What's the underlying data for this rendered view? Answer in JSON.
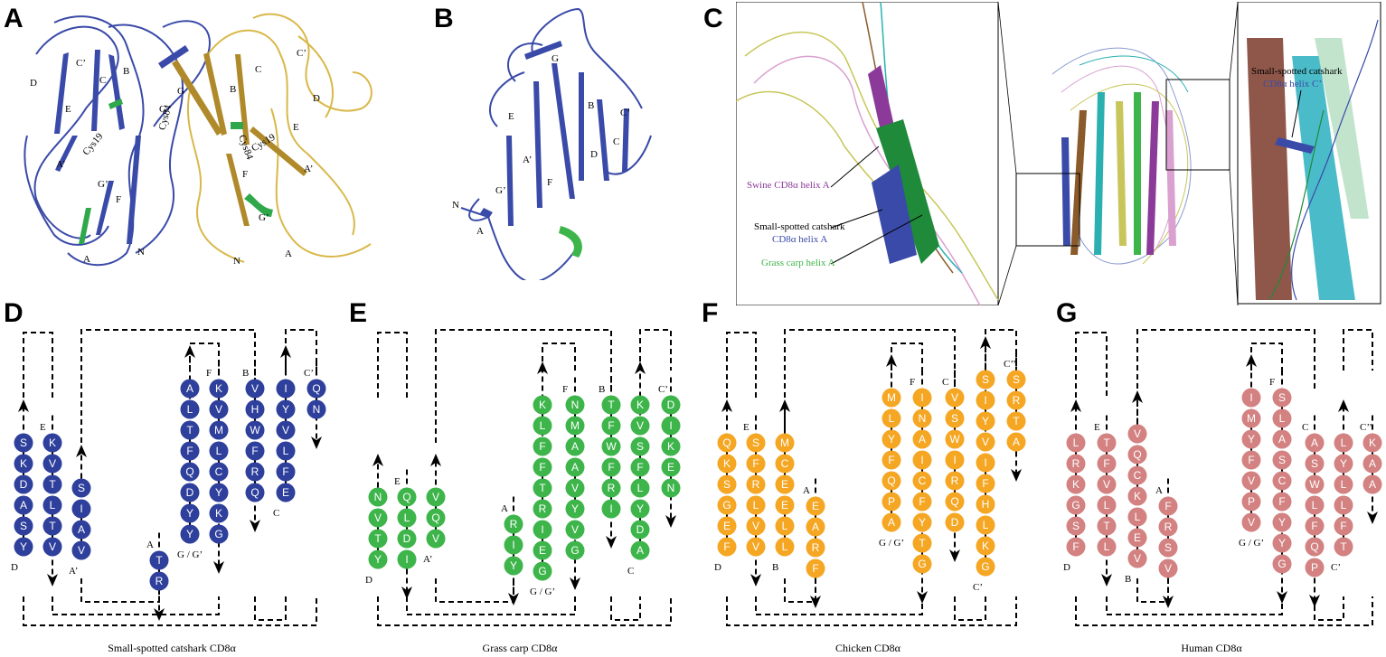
{
  "panels": {
    "A": {
      "letter": "A",
      "labels": {
        "c_prime_1": "C’",
        "c_1": "C",
        "b_1": "B",
        "d_1": "D",
        "e_1": "E",
        "g_1": "G",
        "cys84_1": "Cys84",
        "cys19_1": "Cys19",
        "a_prime_1": "A’",
        "g_prime_1": "G’",
        "f_1": "F",
        "a_1": "A",
        "n_1": "N",
        "c_prime_2": "C’",
        "c_2": "C",
        "b_2": "B",
        "g_2": "G",
        "d_2": "D",
        "e_2": "E",
        "cys84_2": "Cys84",
        "cys19_2": "Cys19",
        "f_2": "F",
        "a_prime_2": "A’",
        "g_prime_2": "G’",
        "n_2": "N",
        "a_2": "A"
      }
    },
    "B": {
      "letter": "B",
      "labels": {
        "g": "G",
        "e": "E",
        "b": "B",
        "c_prime": "C’",
        "c": "C",
        "a_prime": "A’",
        "d": "D",
        "f": "F",
        "g_prime": "G’",
        "n": "N",
        "a": "A"
      }
    },
    "C": {
      "letter": "C",
      "labels": {
        "swine": "Swine CD8α helix A",
        "shark_1": "Small-spotted catshark",
        "shark_helix_a": "CD8α  helix A",
        "grass_carp": "Grass carp helix A",
        "shark_2": "Small-spotted catshark",
        "shark_helix_c": "CD8α  helix C’"
      }
    },
    "D": {
      "letter": "D",
      "caption": "Small-spotted catshark CD8α",
      "strands": [
        {
          "label": "D",
          "residues": [
            "S",
            "K",
            "D",
            "A",
            "S",
            "Y"
          ]
        },
        {
          "label": "E",
          "residues": [
            "K",
            "V",
            "T",
            "L",
            "T",
            "V"
          ]
        },
        {
          "label": "A’",
          "residues": [
            "S",
            "I",
            "A",
            "V"
          ]
        },
        {
          "label": "A",
          "residues": [
            "T",
            "R"
          ]
        },
        {
          "label": "G / G’",
          "residues": [
            "A",
            "L",
            "T",
            "F",
            "Q",
            "D",
            "Y",
            "Y"
          ]
        },
        {
          "label": "F",
          "residues": [
            "K",
            "V",
            "M",
            "L",
            "C",
            "Y",
            "K",
            "G"
          ]
        },
        {
          "label": "B",
          "residues": [
            "V",
            "H",
            "W",
            "F",
            "R",
            "Q"
          ]
        },
        {
          "label": "C",
          "residues": [
            "I",
            "Y",
            "V",
            "L",
            "F",
            "E"
          ]
        },
        {
          "label": "C’",
          "residues": [
            "Q",
            "N"
          ]
        }
      ]
    },
    "E": {
      "letter": "E",
      "caption": "Grass carp CD8α",
      "strands": [
        {
          "label": "D",
          "residues": [
            "N",
            "V",
            "T",
            "Y"
          ]
        },
        {
          "label": "E",
          "residues": [
            "Q",
            "L",
            "D",
            "I"
          ]
        },
        {
          "label": "A’",
          "residues": [
            "V",
            "Q",
            "V"
          ]
        },
        {
          "label": "A",
          "residues": [
            "R",
            "I",
            "Y"
          ]
        },
        {
          "label": "G / G’",
          "residues": [
            "K",
            "L",
            "F",
            "F",
            "T",
            "R",
            "I",
            "E",
            "G"
          ]
        },
        {
          "label": "F",
          "residues": [
            "N",
            "M",
            "A",
            "A",
            "V",
            "Y",
            "V",
            "G"
          ]
        },
        {
          "label": "B",
          "residues": [
            "T",
            "F",
            "W",
            "F",
            "R",
            "I"
          ]
        },
        {
          "label": "C",
          "residues": [
            "K",
            "V",
            "S",
            "F",
            "L",
            "Y",
            "D",
            "A"
          ]
        },
        {
          "label": "C’",
          "residues": [
            "D",
            "I",
            "K",
            "E",
            "N"
          ]
        }
      ]
    },
    "F": {
      "letter": "F",
      "caption": "Chicken CD8α",
      "strands": [
        {
          "label": "D",
          "residues": [
            "Q",
            "K",
            "S",
            "G",
            "E",
            "F"
          ]
        },
        {
          "label": "E",
          "residues": [
            "S",
            "F",
            "R",
            "L",
            "V",
            "V"
          ]
        },
        {
          "label": "B",
          "residues": [
            "M",
            "C",
            "E",
            "E",
            "L",
            "L"
          ]
        },
        {
          "label": "A",
          "residues": [
            "E",
            "A",
            "R",
            "F"
          ]
        },
        {
          "label": "G / G’",
          "residues": [
            "M",
            "L",
            "Y",
            "F",
            "Q",
            "P",
            "A"
          ]
        },
        {
          "label": "F",
          "residues": [
            "I",
            "N",
            "A",
            "I",
            "C",
            "F",
            "Y",
            "T",
            "G"
          ]
        },
        {
          "label": "C",
          "residues": [
            "V",
            "S",
            "W",
            "I",
            "R",
            "Q",
            "D"
          ]
        },
        {
          "label": "C’",
          "residues": [
            "S",
            "I",
            "Y",
            "V",
            "I",
            "F",
            "H",
            "L",
            "K",
            "G"
          ]
        },
        {
          "label": "C’’",
          "residues": [
            "S",
            "R",
            "T",
            "A"
          ]
        }
      ]
    },
    "G": {
      "letter": "G",
      "caption": "Human CD8α",
      "strands": [
        {
          "label": "D",
          "residues": [
            "L",
            "R",
            "K",
            "G",
            "S",
            "F"
          ]
        },
        {
          "label": "E",
          "residues": [
            "T",
            "F",
            "V",
            "L",
            "T",
            "L"
          ]
        },
        {
          "label": "B",
          "residues": [
            "V",
            "Q",
            "C",
            "K",
            "L",
            "E",
            "V"
          ]
        },
        {
          "label": "A",
          "residues": [
            "F",
            "R",
            "S",
            "V"
          ]
        },
        {
          "label": "G / G’",
          "residues": [
            "I",
            "M",
            "Y",
            "F",
            "V",
            "P",
            "V"
          ]
        },
        {
          "label": "F",
          "residues": [
            "S",
            "L",
            "A",
            "S",
            "C",
            "F",
            "Y",
            "Y",
            "G"
          ]
        },
        {
          "label": "C",
          "residues": [
            "A",
            "S",
            "W",
            "L",
            "F",
            "Q",
            "P"
          ]
        },
        {
          "label": "C’",
          "residues": [
            "L",
            "Y",
            "L",
            "L",
            "F",
            "T"
          ]
        },
        {
          "label": "C’’",
          "residues": [
            "K",
            "A",
            "A"
          ]
        }
      ]
    }
  },
  "colors": {
    "catshark": "#2e3f9c",
    "grass_carp": "#3db54a",
    "chicken": "#f5a623",
    "human": "#d38181",
    "ribbon_yellow": "#d9b84a",
    "ribbon_blue": "#3a4aa8"
  }
}
